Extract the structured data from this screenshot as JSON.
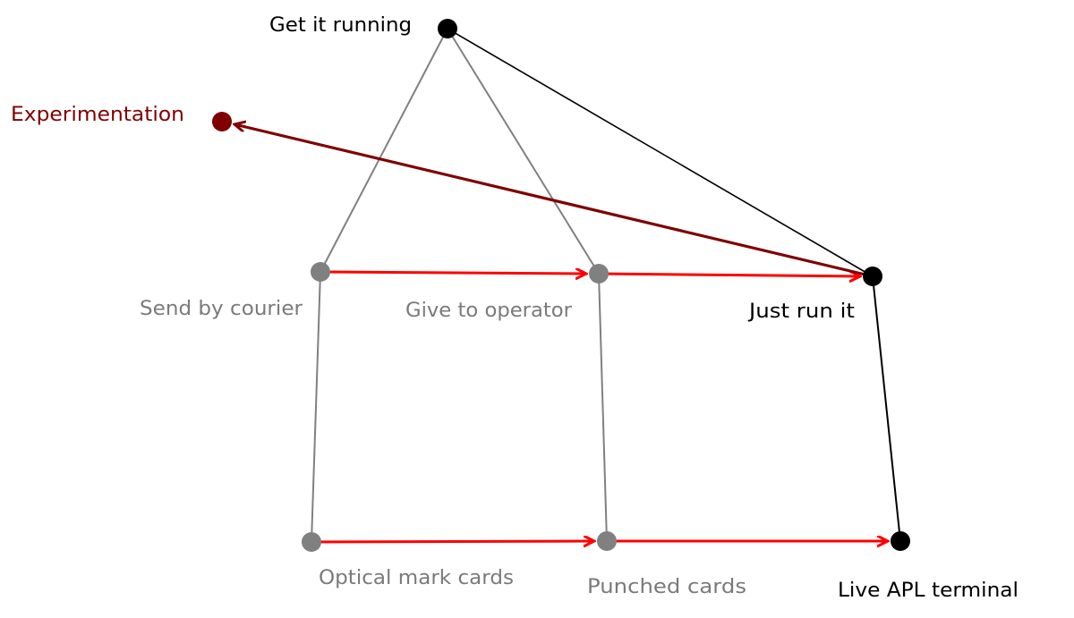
{
  "colors": {
    "black": "#000000",
    "gray": "#808080",
    "red": "#ff0000",
    "maroon": "#7f0000",
    "label_gray": "#7a7a7a"
  },
  "nodes": {
    "get_it_running": "Get it running",
    "experimentation": "Experimentation",
    "send_by_courier": "Send by courier",
    "give_to_operator": "Give to operator",
    "just_run_it": "Just run it",
    "optical_mark_cards": "Optical mark cards",
    "punched_cards": "Punched  cards",
    "live_apl_terminal": "Live APL terminal"
  }
}
